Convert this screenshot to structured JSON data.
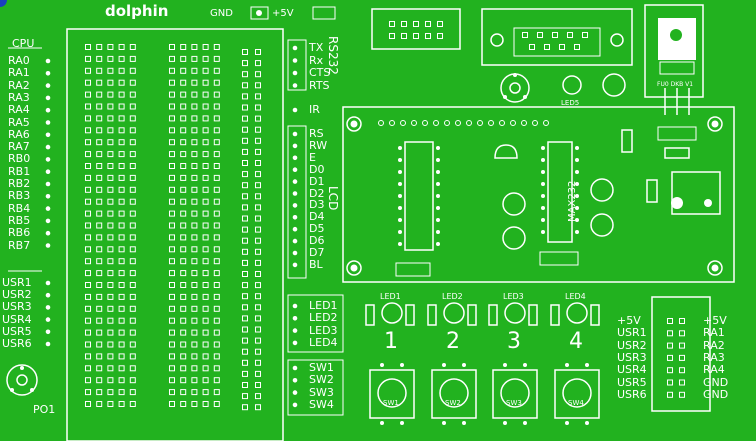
{
  "board": {
    "title": "dolphin",
    "header_gnd": "GND",
    "header_5v": "+5V",
    "colors": {
      "pcb": "#22b21f",
      "silk": "#ffffff",
      "outline": "#0d7a0c"
    }
  },
  "cpu": {
    "label": "CPU",
    "pins": [
      "RA0",
      "RA1",
      "RA2",
      "RA3",
      "RA4",
      "RA5",
      "RA6",
      "RA7",
      "RB0",
      "RB1",
      "RB2",
      "RB3",
      "RB4",
      "RB5",
      "RB6",
      "RB7"
    ]
  },
  "usr_left": [
    "USR1",
    "USR2",
    "USR3",
    "USR4",
    "USR5",
    "USR6"
  ],
  "pot_label": "PO1",
  "rs232": {
    "label": "RS232",
    "pins": [
      "TX",
      "Rx",
      "CTS",
      "RTS"
    ]
  },
  "ir_label": "IR",
  "lcd": {
    "label": "LCD",
    "pins": [
      "RS",
      "RW",
      "E",
      "D0",
      "D1",
      "D2",
      "D3",
      "D4",
      "D5",
      "D6",
      "D7",
      "BL"
    ]
  },
  "leds_left": [
    "LED1",
    "LED2",
    "LED3",
    "LED4"
  ],
  "switches_left": [
    "SW1",
    "SW2",
    "SW3",
    "SW4"
  ],
  "leds_top": [
    "LED1",
    "LED2",
    "LED3",
    "LED4"
  ],
  "led5_label": "LED5",
  "max232_label": "MAX232",
  "regulator_pins": "FU0 DKB V1",
  "buttons": [
    {
      "number": "1",
      "label": "SW1"
    },
    {
      "number": "2",
      "label": "SW2"
    },
    {
      "number": "3",
      "label": "SW3"
    },
    {
      "number": "4",
      "label": "SW4"
    }
  ],
  "right_header": {
    "left": [
      "+5V",
      "USR1",
      "USR2",
      "USR3",
      "USR4",
      "USR5",
      "USR6"
    ],
    "right": [
      "+5V",
      "RA1",
      "RA2",
      "RA3",
      "RA4",
      "GND",
      "GND"
    ]
  }
}
